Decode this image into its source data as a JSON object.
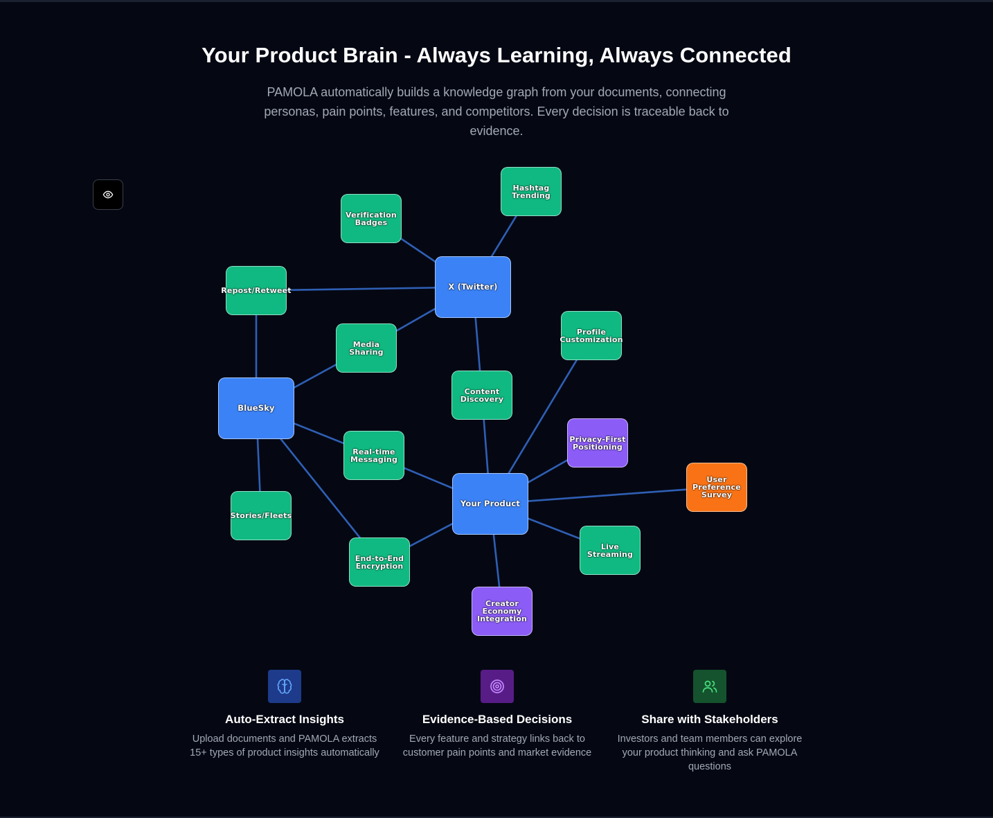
{
  "header": {
    "title": "Your Product Brain - Always Learning, Always Connected",
    "subtitle": "PAMOLA automatically builds a knowledge graph from your documents, connecting personas, pain points, features, and competitors. Every decision is traceable back to evidence."
  },
  "toggle": {
    "icon": "eye-icon"
  },
  "colors": {
    "background": "#050813",
    "feature": "#10b981",
    "product": "#3b82f6",
    "positioning": "#8b5cf6",
    "research": "#f97316",
    "edge": "#2f5fb5"
  },
  "graph": {
    "nodes": [
      {
        "id": "hashtag",
        "label": "Hashtag\nTrending",
        "kind": "feature"
      },
      {
        "id": "verification",
        "label": "Verification\nBadges",
        "kind": "feature"
      },
      {
        "id": "twitter",
        "label": "X (Twitter)",
        "kind": "product"
      },
      {
        "id": "repost",
        "label": "Repost/Retweet",
        "kind": "feature"
      },
      {
        "id": "media",
        "label": "Media\nSharing",
        "kind": "feature"
      },
      {
        "id": "profile",
        "label": "Profile\nCustomization",
        "kind": "feature"
      },
      {
        "id": "content",
        "label": "Content\nDiscovery",
        "kind": "feature"
      },
      {
        "id": "bluesky",
        "label": "BlueSky",
        "kind": "product"
      },
      {
        "id": "privacy",
        "label": "Privacy-First\nPositioning",
        "kind": "positioning"
      },
      {
        "id": "realtime",
        "label": "Real-time\nMessaging",
        "kind": "feature"
      },
      {
        "id": "survey",
        "label": "User\nPreference\nSurvey",
        "kind": "research"
      },
      {
        "id": "yourproduct",
        "label": "Your Product",
        "kind": "product"
      },
      {
        "id": "stories",
        "label": "Stories/Fleets",
        "kind": "feature"
      },
      {
        "id": "live",
        "label": "Live\nStreaming",
        "kind": "feature"
      },
      {
        "id": "e2e",
        "label": "End-to-End\nEncryption",
        "kind": "feature"
      },
      {
        "id": "creator",
        "label": "Creator\nEconomy\nIntegration",
        "kind": "positioning"
      }
    ],
    "edges": [
      [
        "twitter",
        "hashtag"
      ],
      [
        "twitter",
        "verification"
      ],
      [
        "twitter",
        "repost"
      ],
      [
        "twitter",
        "media"
      ],
      [
        "twitter",
        "content"
      ],
      [
        "repost",
        "bluesky"
      ],
      [
        "media",
        "bluesky"
      ],
      [
        "bluesky",
        "realtime"
      ],
      [
        "bluesky",
        "stories"
      ],
      [
        "bluesky",
        "e2e"
      ],
      [
        "content",
        "yourproduct"
      ],
      [
        "profile",
        "yourproduct"
      ],
      [
        "privacy",
        "yourproduct"
      ],
      [
        "realtime",
        "yourproduct"
      ],
      [
        "yourproduct",
        "survey"
      ],
      [
        "yourproduct",
        "live"
      ],
      [
        "yourproduct",
        "e2e"
      ],
      [
        "yourproduct",
        "creator"
      ]
    ]
  },
  "features": [
    {
      "icon": "brain-icon",
      "icon_bg": "#1e3a8a",
      "icon_color": "#60a5fa",
      "title": "Auto-Extract Insights",
      "description": "Upload documents and PAMOLA extracts 15+ types of product insights automatically"
    },
    {
      "icon": "target-icon",
      "icon_bg": "#581c87",
      "icon_color": "#c084fc",
      "title": "Evidence-Based Decisions",
      "description": "Every feature and strategy links back to customer pain points and market evidence"
    },
    {
      "icon": "users-icon",
      "icon_bg": "#14532d",
      "icon_color": "#4ade80",
      "title": "Share with Stakeholders",
      "description": "Investors and team members can explore your product thinking and ask PAMOLA questions"
    }
  ]
}
